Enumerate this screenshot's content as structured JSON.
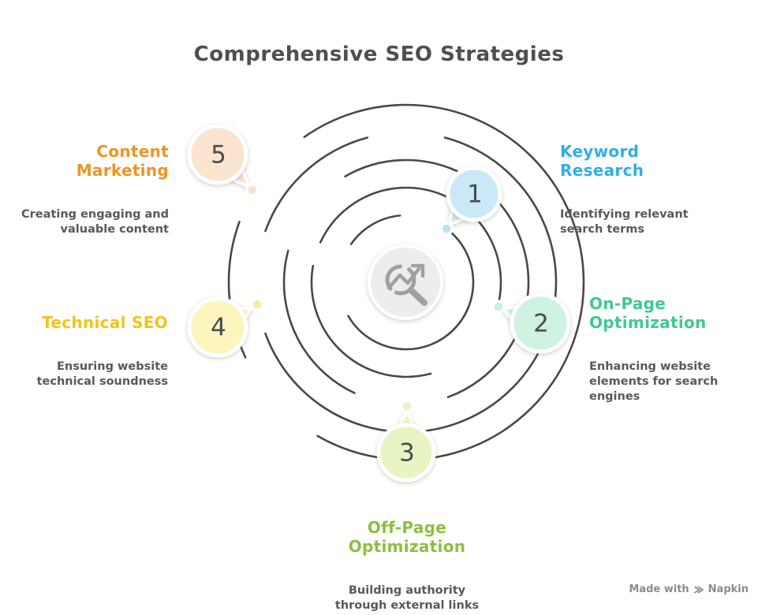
{
  "title": "Comprehensive SEO Strategies",
  "steps": [
    {
      "number": "1",
      "title": "Keyword\nResearch",
      "desc": "Identifying relevant\nsearch terms",
      "accent": "#2FAFE3",
      "bubble_fill": "#C9E9F8",
      "dot_fill": "#B7E2F5"
    },
    {
      "number": "2",
      "title": "On-Page\nOptimization",
      "desc": "Enhancing website\nelements for search\nengines",
      "accent": "#3FC98E",
      "bubble_fill": "#CFF2E3",
      "dot_fill": "#C9F0DE"
    },
    {
      "number": "3",
      "title": "Off-Page\nOptimization",
      "desc": "Building authority\nthrough external links",
      "accent": "#8CBF3F",
      "bubble_fill": "#E9F4C3",
      "dot_fill": "#E9F3C6"
    },
    {
      "number": "4",
      "title": "Technical SEO",
      "desc": "Ensuring website\ntechnical soundness",
      "accent": "#F0C41C",
      "bubble_fill": "#FCF5BE",
      "dot_fill": "#F7EB9D"
    },
    {
      "number": "5",
      "title": "Content\nMarketing",
      "desc": "Creating engaging and\nvaluable content",
      "accent": "#EE9422",
      "bubble_fill": "#FBE5D0",
      "dot_fill": "#F9E4D0"
    }
  ],
  "center": {
    "icon": "search-trend-icon",
    "fill": "#EDEDED",
    "icon_color": "#A0A0A0"
  },
  "spiral": {
    "ring_color": "#4B4743"
  },
  "text_colors": {
    "title": "#4F4F51",
    "description": "#58595B",
    "number": "#4A4B4D"
  },
  "watermark": {
    "prefix": "Made with",
    "brand": "Napkin",
    "icon": "napkin-logo-icon"
  }
}
